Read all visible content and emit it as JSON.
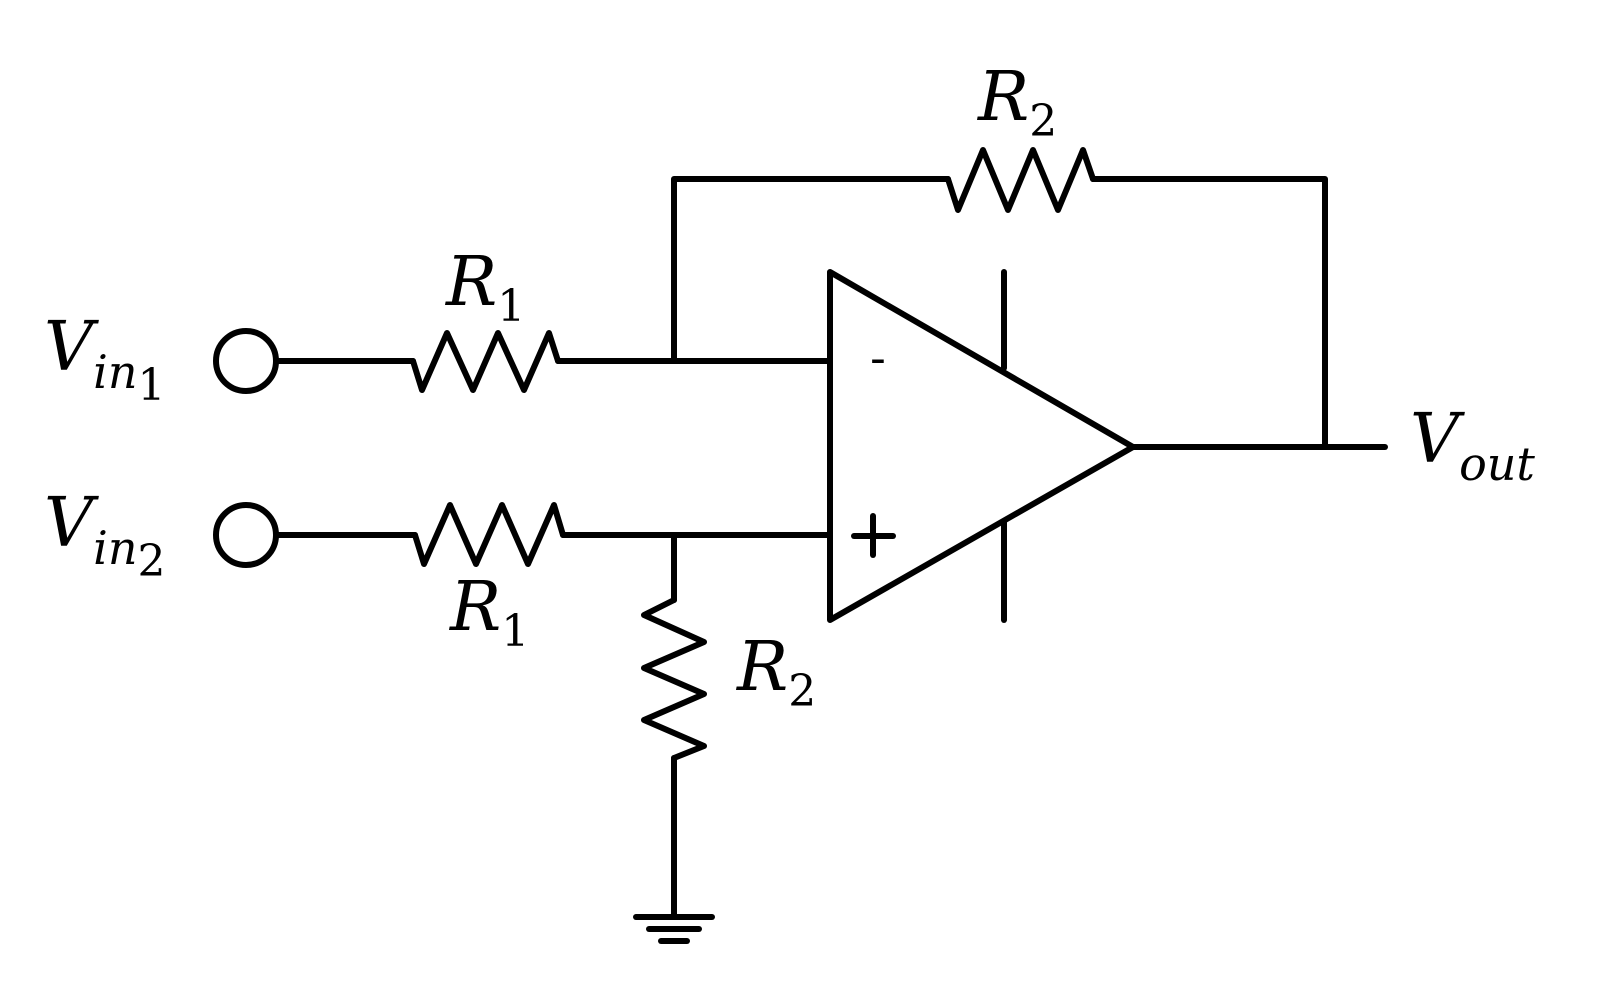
{
  "diagram": {
    "type": "op-amp differential amplifier schematic",
    "stroke_color": "#000000",
    "background_color": "#ffffff",
    "components": {
      "opamp": {
        "inverting_label": "-",
        "noninverting_label": "+"
      },
      "resistors": [
        {
          "id": "R1-top",
          "name": "R",
          "subscript": "1",
          "connects": [
            "Vin1",
            "inverting-input"
          ]
        },
        {
          "id": "R2-feedback",
          "name": "R",
          "subscript": "2",
          "connects": [
            "inverting-input",
            "Vout"
          ]
        },
        {
          "id": "R1-bottom",
          "name": "R",
          "subscript": "1",
          "connects": [
            "Vin2",
            "noninverting-input"
          ]
        },
        {
          "id": "R2-ground",
          "name": "R",
          "subscript": "2",
          "connects": [
            "noninverting-input",
            "ground"
          ]
        }
      ],
      "terminals": [
        {
          "id": "vin1",
          "name": "V",
          "subscript": "in",
          "index": "1"
        },
        {
          "id": "vin2",
          "name": "V",
          "subscript": "in",
          "index": "2"
        },
        {
          "id": "vout",
          "name": "V",
          "subscript": "out"
        }
      ],
      "ground": {
        "symbol": "ground-icon"
      }
    }
  }
}
